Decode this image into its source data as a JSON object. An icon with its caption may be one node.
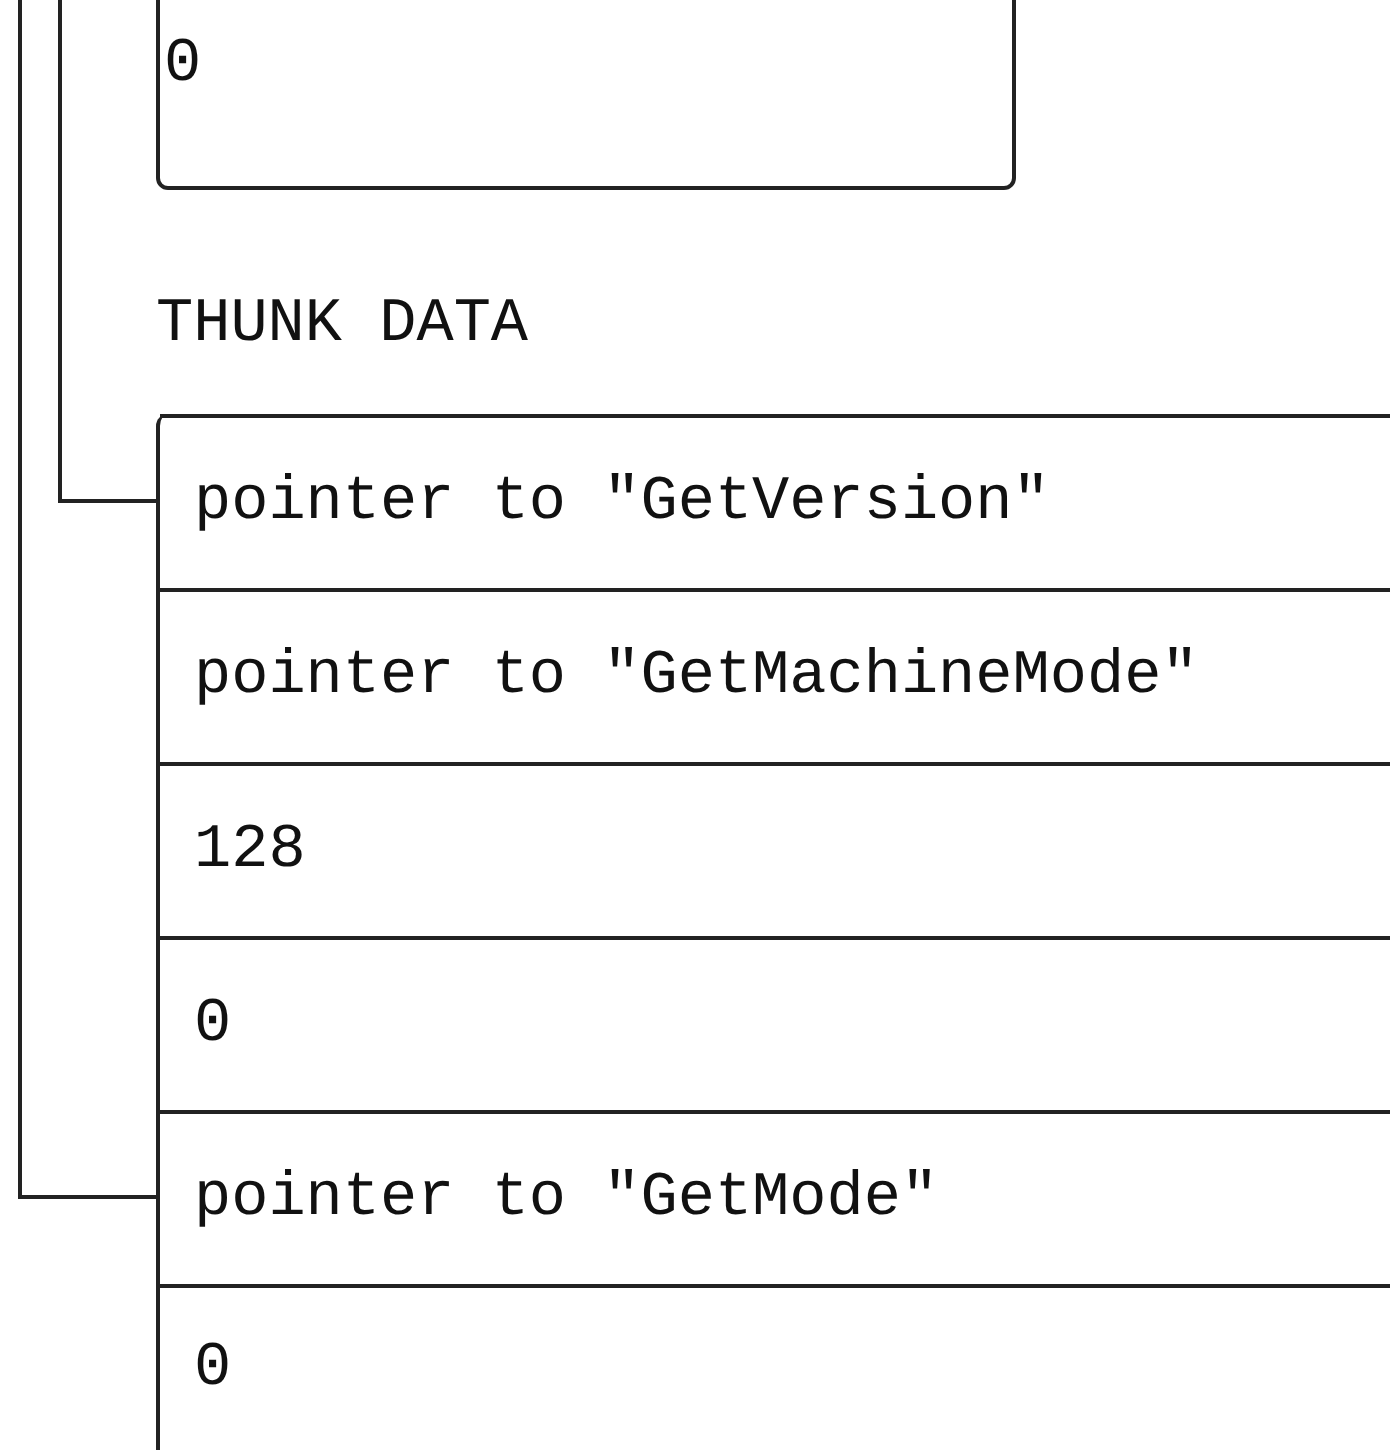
{
  "diagram": {
    "nodes": [
      {
        "text": [
          "0"
        ]
      },
      {
        "text": [
          "THUNK DATA"
        ]
      },
      {
        "text": [
          "pointer to \"GetVersion\""
        ],
        "in": 1
      },
      {
        "text": [
          "pointer to \"GetMachineMode\""
        ],
        "in": 1
      },
      {
        "text": [
          "128"
        ],
        "in": 1
      },
      {
        "text": [
          "0"
        ],
        "in": 1
      },
      {
        "text": [
          "pointer to \"GetMode\""
        ],
        "in": 1
      },
      {
        "text": [
          "0"
        ],
        "in": 1
      }
    ],
    "edges": [
      {
        "from": null,
        "to": 2,
        "arrow": "none"
      },
      {
        "from": null,
        "to": 6,
        "arrow": "none"
      }
    ]
  }
}
